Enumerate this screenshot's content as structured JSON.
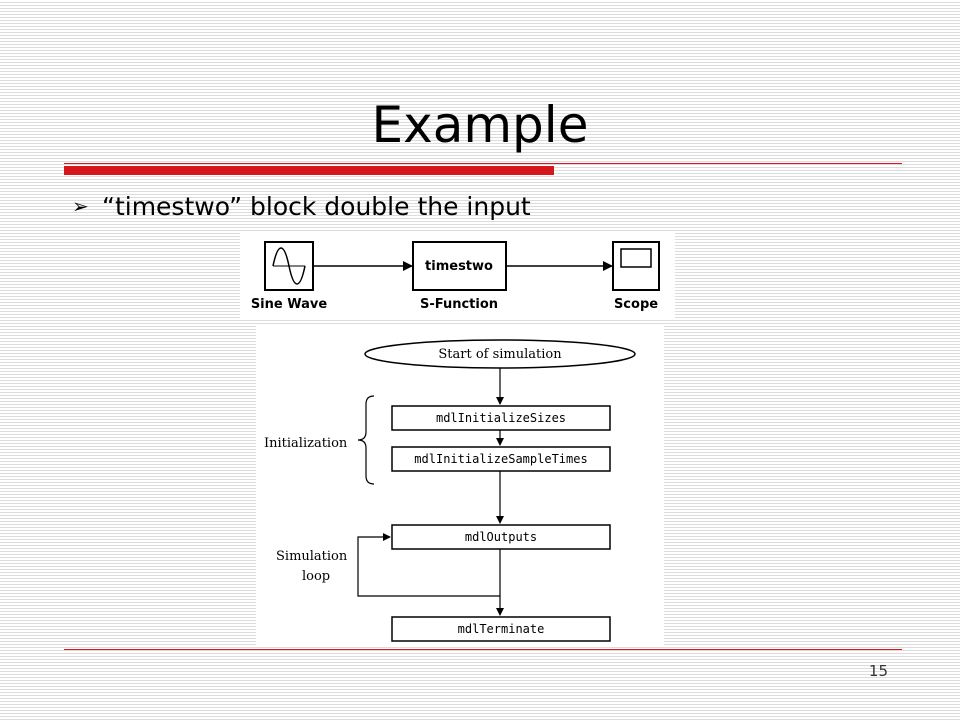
{
  "slide": {
    "title": "Example",
    "bullet": "“timestwo” block double the input",
    "page_number": "15"
  },
  "model": {
    "blocks": [
      {
        "id": "sine",
        "label": "Sine Wave"
      },
      {
        "id": "sfun",
        "label": "S-Function",
        "inner": "timestwo"
      },
      {
        "id": "scope",
        "label": "Scope"
      }
    ]
  },
  "flowchart": {
    "start": "Start of simulation",
    "steps": [
      "mdlInitializeSizes",
      "mdlInitializeSampleTimes",
      "mdlOutputs",
      "mdlTerminate"
    ],
    "initialization_label": "Initialization",
    "loop_label_line1": "Simulation",
    "loop_label_line2": "loop"
  },
  "colors": {
    "accent_red": "#d7161b"
  }
}
